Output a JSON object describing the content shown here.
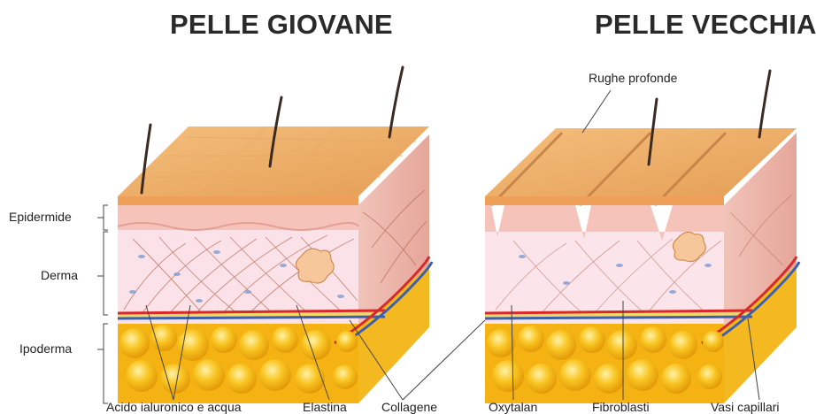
{
  "titles": {
    "young": "PELLE GIOVANE",
    "old": "PELLE VECCHIA"
  },
  "layers": {
    "epidermis": "Epidermide",
    "dermis": "Derma",
    "hypodermis": "Ipoderma"
  },
  "callouts": {
    "deep_wrinkles": "Rughe profonde",
    "hyaluronic_acid": "Acido ialuronico e acqua",
    "elastin": "Elastina",
    "collagen": "Collagene",
    "oxytalan": "Oxytalan",
    "fibroblasts": "Fibroblasti",
    "capillaries": "Vasi capillari"
  },
  "colors": {
    "surface": "#efb06c",
    "epidermis": "#f6c7bf",
    "dermis": "#fbe4ea",
    "fat": "#f7b514",
    "vein": "#3c5fb0",
    "artery": "#d8282a",
    "fiber": "#b56a55"
  }
}
